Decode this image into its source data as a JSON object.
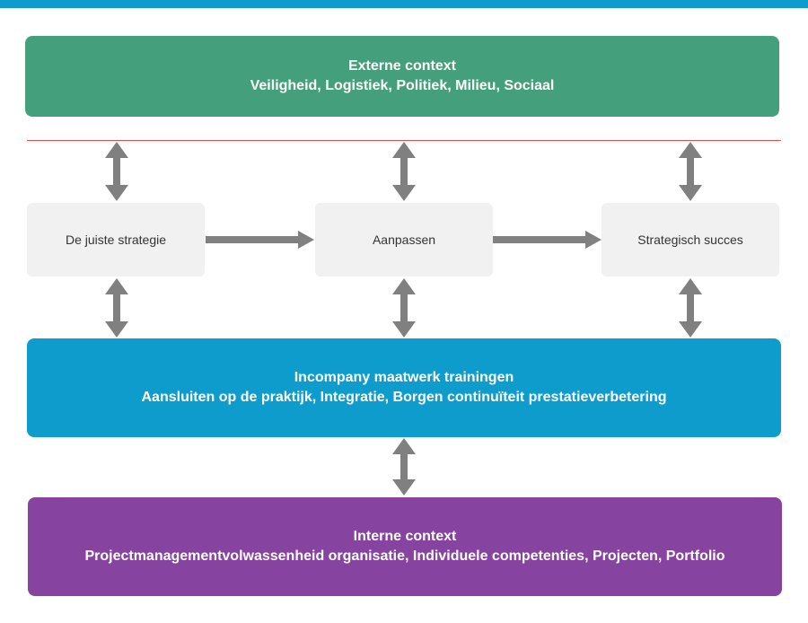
{
  "external": {
    "title": "Externe context",
    "subtitle": "Veiligheid, Logistiek, Politiek, Milieu, Sociaal",
    "color": "#44a07c"
  },
  "steps": [
    {
      "label": "De juiste strategie"
    },
    {
      "label": "Aanpassen"
    },
    {
      "label": "Strategisch succes"
    }
  ],
  "training": {
    "title": "Incompany maatwerk trainingen",
    "subtitle": "Aansluiten op de praktijk, Integratie, Borgen continuïteit prestatieverbetering",
    "color": "#0e9ccd"
  },
  "internal": {
    "title": "Interne context",
    "subtitle": "Projectmanagementvolwassenheid organisatie, Individuele competenties, Projecten, Portfolio",
    "color": "#8643a0"
  },
  "colors": {
    "arrow": "#808080",
    "divider": "#e74c4c",
    "step_bg": "#f1f1f1",
    "top_bar": "#0e9ccd"
  }
}
